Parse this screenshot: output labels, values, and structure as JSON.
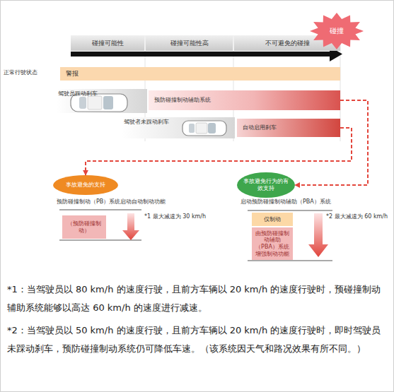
{
  "diagram": {
    "nodes": [
      {
        "text": [
          "碰撞可能性"
        ]
      },
      {
        "text": [
          "碰撞可能性高"
        ]
      },
      {
        "text": [
          "不可避免的碰撞"
        ]
      },
      {
        "text": [
          "碰撞"
        ]
      },
      {
        "text": [
          "警报"
        ]
      },
      {
        "text": [
          "预防碰撞制动辅助系统"
        ]
      },
      {
        "text": [
          "自动启用刹车"
        ]
      },
      {
        "text": [
          "事故避免的支持"
        ]
      },
      {
        "text": [
          "（预防碰撞制动）"
        ]
      },
      {
        "text": [
          "事故避免行为的有效支持"
        ]
      },
      {
        "text": [
          "仅制动"
        ]
      },
      {
        "text": [
          "由预防碰撞制动辅助（PBA）系统增强制动功能"
        ]
      }
    ],
    "edges": [
      {
        "from": 5,
        "to": 9,
        "arrow": "to"
      },
      {
        "from": 6,
        "to": 7,
        "arrow": "to"
      }
    ],
    "labels": [
      "正常行驶状态",
      "驾驶员踩动刹车",
      "驾驶者未踩动刹车",
      "预防碰撞制动（PB）系统启动自动制动功能",
      "*1 最大减速为 30 km/h",
      "启动预防碰撞制动辅助（PBA）系统",
      "*2 最大减速为 60 km/h",
      "*1：当驾驶员以 80 km/h 的速度行驶，且前方车辆以 20 km/h 的速度行驶时，预碰撞制动辅助系统能够以高达 60 km/h 的速度进行减速。",
      "*2：当驾驶员以 50 km/h 的速度行驶，且前方车辆以 20 km/h 的速度行驶时，即时驾驶员未踩动刹车，预防碰撞制动系统仍可降低车速。（该系统因天气和路况效果有所不同。）"
    ]
  }
}
